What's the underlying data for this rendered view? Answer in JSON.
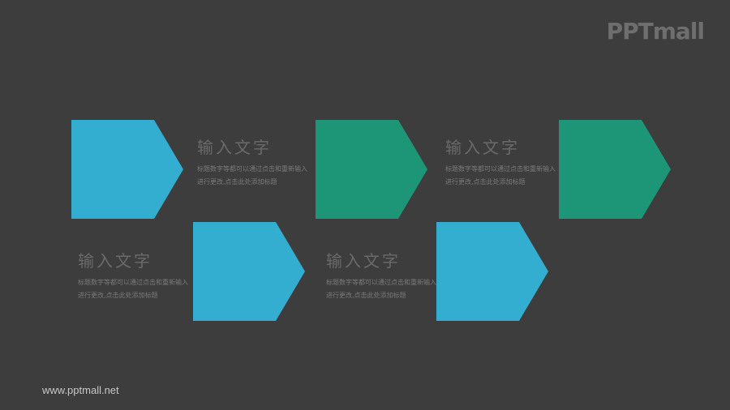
{
  "logo": "PPTmall",
  "footer": "www.pptmall.net",
  "colors": {
    "blue": "#33aed1",
    "green": "#1d9677",
    "background": "#3d3d3d"
  },
  "items": [
    {
      "title": "输入文字",
      "desc": "标题数字等都可以通过点击和重新输入进行更改,点击此处添加标题"
    },
    {
      "title": "输入文字",
      "desc": "标题数字等都可以通过点击和重新输入进行更改,点击此处添加标题"
    },
    {
      "title": "输入文字",
      "desc": "标题数字等都可以通过点击和重新输入进行更改,点击此处添加标题"
    },
    {
      "title": "输入文字",
      "desc": "标题数字等都可以通过点击和重新输入进行更改,点击此处添加标题"
    }
  ]
}
